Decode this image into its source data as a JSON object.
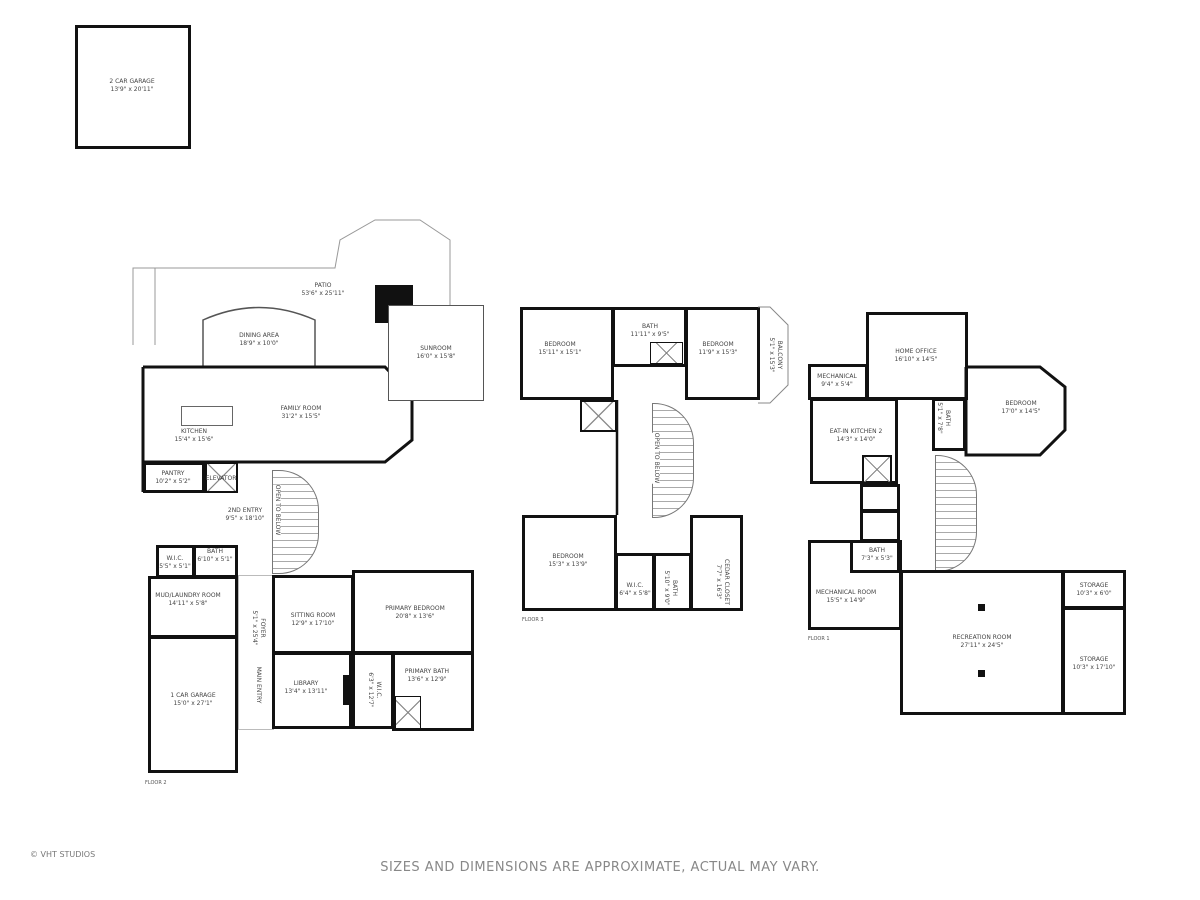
{
  "detached_garage": {
    "name": "2 CAR GARAGE",
    "dims": "13'9\" x 20'11\""
  },
  "floors": [
    {
      "label": "FLOOR 2",
      "rooms": [
        {
          "name": "PATIO",
          "dims": "53'6\" x 25'11\""
        },
        {
          "name": "DINING AREA",
          "dims": "18'9\" x 10'0\""
        },
        {
          "name": "SUNROOM",
          "dims": "16'0\" x 15'8\""
        },
        {
          "name": "FAMILY ROOM",
          "dims": "31'2\" x 15'5\""
        },
        {
          "name": "KITCHEN",
          "dims": "15'4\" x 15'6\""
        },
        {
          "name": "PANTRY",
          "dims": "10'2\" x 5'2\""
        },
        {
          "name": "ELEVATOR",
          "dims": ""
        },
        {
          "name": "2ND ENTRY",
          "dims": "9'5\" x 18'10\""
        },
        {
          "name": "OPEN TO BELOW",
          "dims": ""
        },
        {
          "name": "W.I.C.",
          "dims": "5'5\" x 5'1\""
        },
        {
          "name": "BATH",
          "dims": "6'10\" x 5'1\""
        },
        {
          "name": "MUD/LAUNDRY ROOM",
          "dims": "14'11\" x 5'8\""
        },
        {
          "name": "1 CAR GARAGE",
          "dims": "15'0\" x 27'1\""
        },
        {
          "name": "FOYER",
          "dims": "5'1\" x 25'4\""
        },
        {
          "name": "MAIN ENTRY",
          "dims": ""
        },
        {
          "name": "SITTING ROOM",
          "dims": "12'9\" x 17'10\""
        },
        {
          "name": "PRIMARY BEDROOM",
          "dims": "20'8\" x 13'6\""
        },
        {
          "name": "LIBRARY",
          "dims": "13'4\" x 13'11\""
        },
        {
          "name": "W.I.C.",
          "dims": "6'3\" x 12'7\""
        },
        {
          "name": "PRIMARY BATH",
          "dims": "13'6\" x 12'9\""
        }
      ]
    },
    {
      "label": "FLOOR 3",
      "rooms": [
        {
          "name": "BEDROOM",
          "dims": "15'11\" x 15'1\""
        },
        {
          "name": "BATH",
          "dims": "11'11\" x 9'5\""
        },
        {
          "name": "BEDROOM",
          "dims": "11'9\" x 15'3\""
        },
        {
          "name": "BALCONY",
          "dims": "5'1\" x 15'3\""
        },
        {
          "name": "OPEN TO BELOW",
          "dims": ""
        },
        {
          "name": "BEDROOM",
          "dims": "15'3\" x 13'9\""
        },
        {
          "name": "W.I.C.",
          "dims": "6'4\" x 5'8\""
        },
        {
          "name": "BATH",
          "dims": "5'10\" x 9'0\""
        },
        {
          "name": "CEDAR CLOSET",
          "dims": "7'7\" x 16'3\""
        }
      ]
    },
    {
      "label": "FLOOR 1",
      "rooms": [
        {
          "name": "HOME OFFICE",
          "dims": "16'10\" x 14'5\""
        },
        {
          "name": "MECHANICAL",
          "dims": "9'4\" x 5'4\""
        },
        {
          "name": "BEDROOM",
          "dims": "17'0\" x 14'5\""
        },
        {
          "name": "BATH",
          "dims": "5'1\" x 7'8\""
        },
        {
          "name": "EAT-IN KITCHEN 2",
          "dims": "14'3\" x 14'0\""
        },
        {
          "name": "BATH",
          "dims": "7'3\" x 5'3\""
        },
        {
          "name": "MECHANICAL ROOM",
          "dims": "15'5\" x 14'9\""
        },
        {
          "name": "RECREATION ROOM",
          "dims": "27'11\" x 24'5\""
        },
        {
          "name": "STORAGE",
          "dims": "10'3\" x 6'0\""
        },
        {
          "name": "STORAGE",
          "dims": "10'3\" x 17'10\""
        }
      ]
    }
  ],
  "copyright": "© VHT STUDIOS",
  "disclaimer": "SIZES AND DIMENSIONS ARE APPROXIMATE, ACTUAL MAY VARY."
}
